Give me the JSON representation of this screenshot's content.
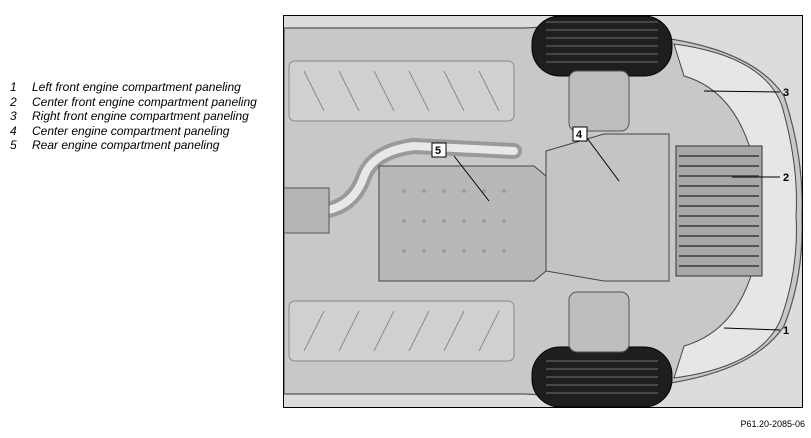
{
  "legend": [
    {
      "num": "1",
      "text": "Left front engine compartment paneling"
    },
    {
      "num": "2",
      "text": "Center front engine compartment paneling"
    },
    {
      "num": "3",
      "text": "Right front engine compartment paneling"
    },
    {
      "num": "4",
      "text": "Center engine compartment paneling"
    },
    {
      "num": "5",
      "text": "Rear engine compartment paneling"
    }
  ],
  "figure": {
    "callouts": [
      "1",
      "2",
      "3",
      "4",
      "5"
    ],
    "caption": "P61.20-2085-06"
  }
}
